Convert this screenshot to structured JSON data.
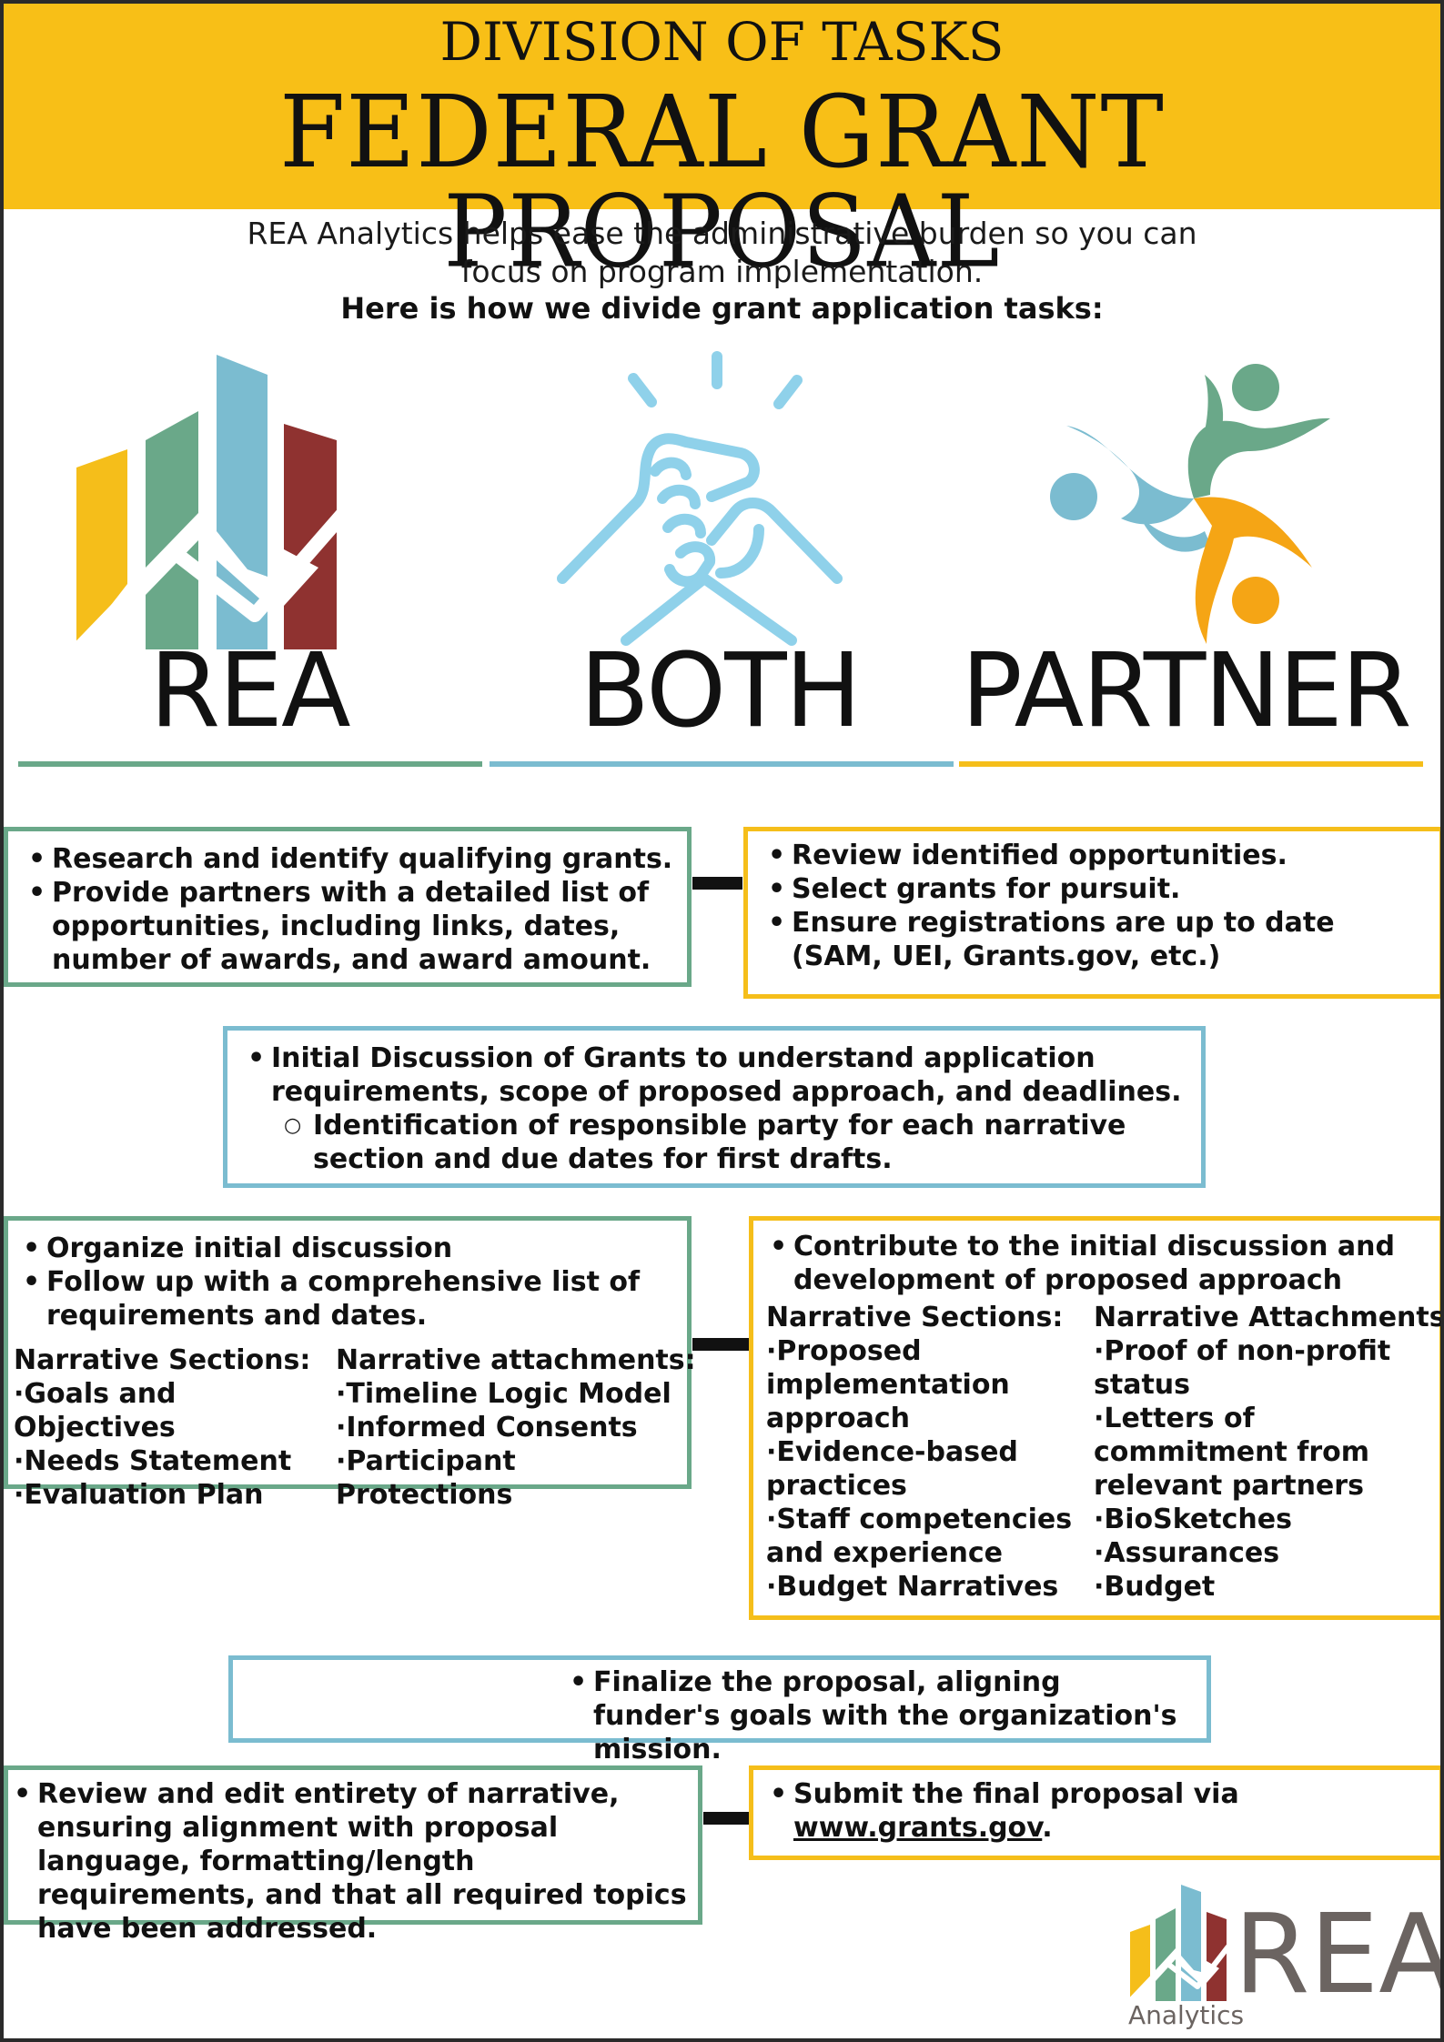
{
  "header": {
    "subtitle": "DIVISION OF TASKS",
    "title": "FEDERAL GRANT PROPOSAL"
  },
  "intro": {
    "line1": "REA Analytics helps ease the administrative burden so you can",
    "line2": "focus on program implementation.",
    "lead": "Here is how we divide grant application tasks:"
  },
  "columns": {
    "rea": "REA",
    "both": "BOTH",
    "partner": "PARTNER"
  },
  "colors": {
    "green": "#6aa889",
    "blue": "#7bbcd0",
    "yellow": "#f5be1a",
    "red": "#8f3230",
    "banner": "#f8bf17"
  },
  "step1": {
    "rea_items": [
      "Research and identify qualifying grants.",
      "Provide partners with a detailed list of opportunities, including links, dates, number of awards, and award amount."
    ],
    "partner_items": [
      "Review identified opportunities.",
      "Select grants for pursuit.",
      "Ensure registrations are up to date (SAM, UEI, Grants.gov, etc.)"
    ]
  },
  "step2": {
    "both_item": "Initial Discussion of Grants to understand application requirements, scope of proposed approach, and deadlines.",
    "both_subitem": "Identification of responsible party for each narrative section and due dates for first drafts."
  },
  "step3": {
    "rea_items": [
      "Organize initial discussion",
      "Follow up with a comprehensive list of requirements and dates."
    ],
    "rea_sections_title": "Narrative Sections:",
    "rea_sections": [
      "·Goals and Objectives",
      "·Needs Statement",
      "·Evaluation Plan"
    ],
    "rea_attachments_title": "Narrative attachments:",
    "rea_attachments": [
      "·Timeline Logic Model",
      "·Informed Consents",
      "·Participant Protections"
    ],
    "partner_item": "Contribute to the initial discussion and development of proposed approach",
    "partner_sections_title": "Narrative Sections:",
    "partner_sections": [
      "·Proposed implementation approach",
      "·Evidence-based practices",
      "·Staff competencies and experience",
      "·Budget Narratives"
    ],
    "partner_attachments_title": "Narrative Attachments:",
    "partner_attachments": [
      "·Proof of non-profit status",
      "·Letters of commitment from relevant partners",
      "·BioSketches",
      "·Assurances",
      "·Budget"
    ]
  },
  "step4": {
    "both_item": "Finalize the proposal, aligning funder's goals with the organization's mission."
  },
  "step5": {
    "rea_item": "Review and edit entirety of narrative, ensuring alignment with proposal language, formatting/length requirements, and that all required topics have been addressed.",
    "partner_item_pre": "Submit the final proposal via",
    "partner_link": "www.grants.gov",
    "partner_item_post": "."
  },
  "footer_logo": {
    "name": "REA",
    "tagline": "Analytics"
  }
}
